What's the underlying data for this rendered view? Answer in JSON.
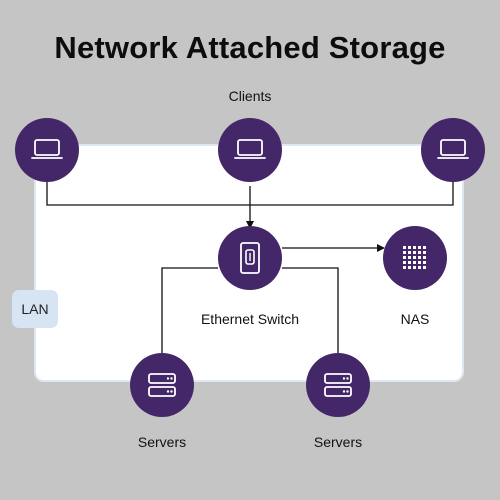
{
  "title": "Network Attached Storage",
  "labels": {
    "clients": "Clients",
    "switch": "Ethernet Switch",
    "nas": "NAS",
    "servers_left": "Servers",
    "servers_right": "Servers",
    "lan": "LAN"
  },
  "icons": {
    "client": "laptop-icon",
    "switch": "ethernet-switch-icon",
    "nas": "nas-grid-icon",
    "server": "server-icon"
  },
  "colors": {
    "background": "#c5c5c5",
    "node_fill": "#432768",
    "icon_stroke": "#ffffff",
    "lan_panel": "#ffffff",
    "lan_badge": "#d6e4f4",
    "connector": "#111111"
  }
}
